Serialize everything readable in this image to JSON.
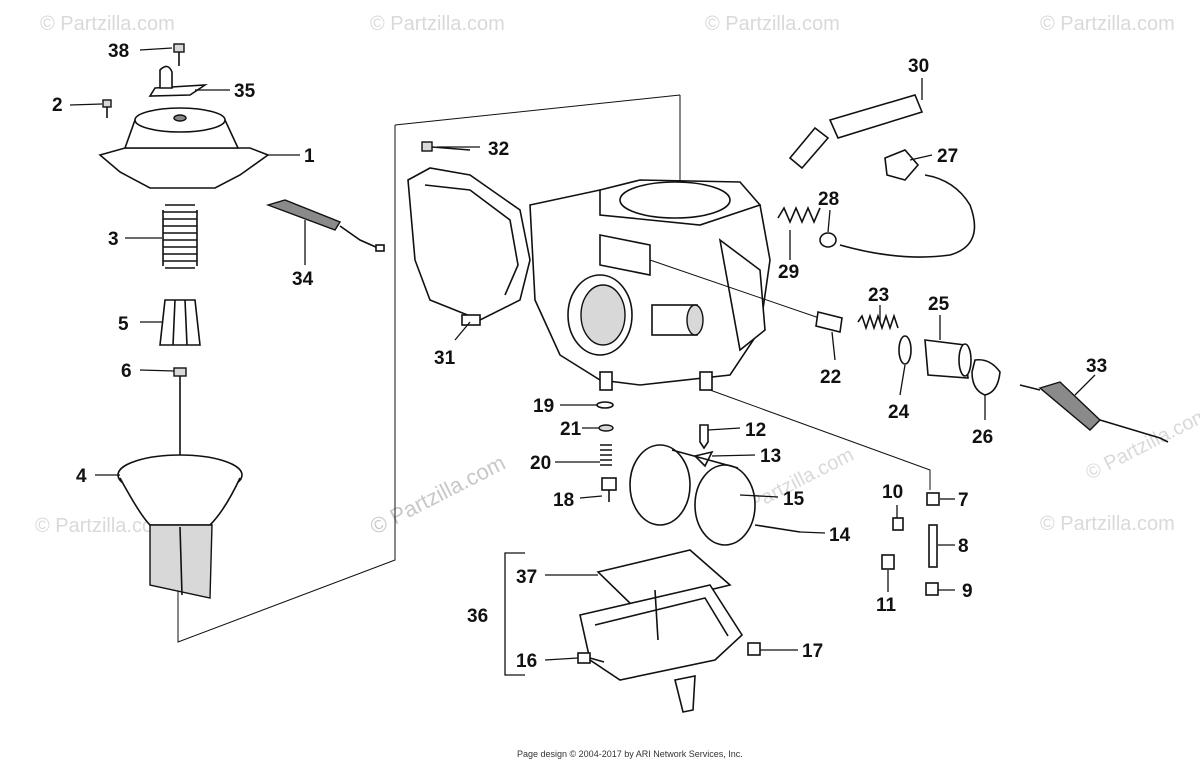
{
  "watermarks": {
    "corner_text": "© Partzilla.com",
    "center_text": "© Partzilla.com"
  },
  "part_labels": [
    "1",
    "2",
    "3",
    "4",
    "5",
    "6",
    "7",
    "8",
    "9",
    "10",
    "11",
    "12",
    "13",
    "14",
    "15",
    "16",
    "17",
    "18",
    "19",
    "20",
    "21",
    "22",
    "23",
    "24",
    "25",
    "26",
    "27",
    "28",
    "29",
    "30",
    "31",
    "32",
    "33",
    "34",
    "35",
    "36",
    "37",
    "38"
  ],
  "footer": "Page design © 2004-2017 by ARI Network Services, Inc."
}
